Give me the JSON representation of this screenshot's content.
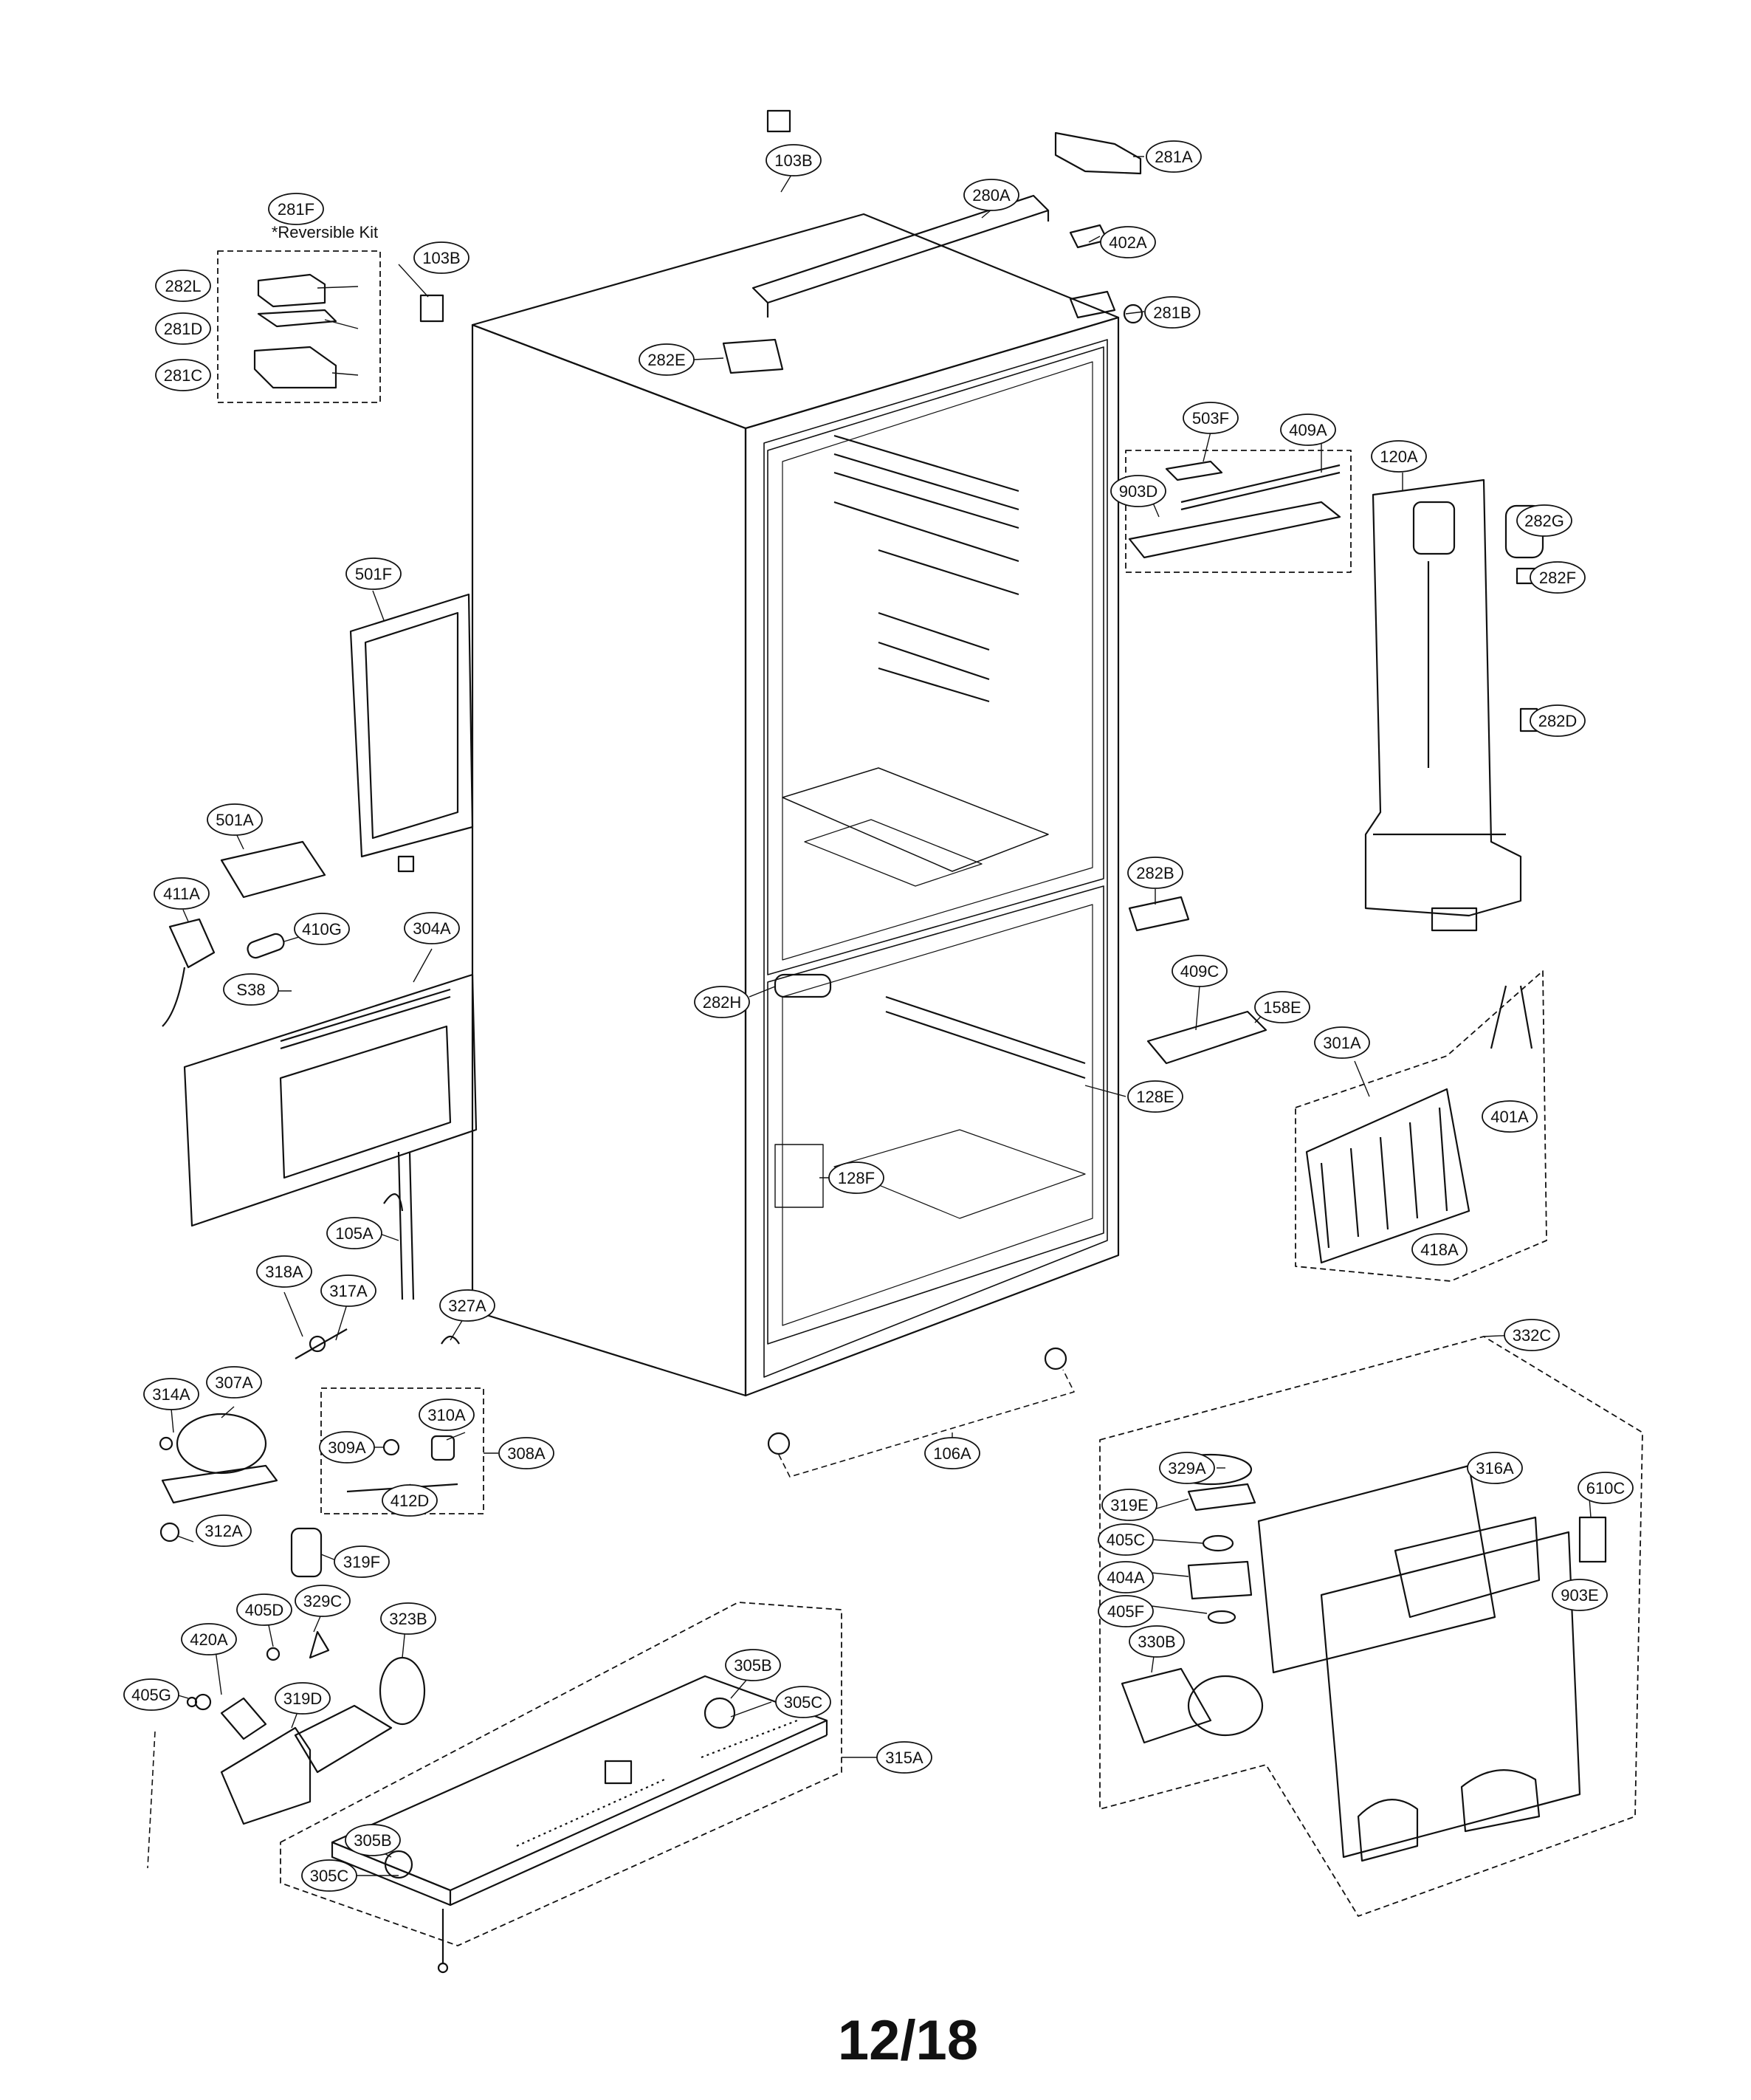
{
  "page": {
    "number": "12/18"
  },
  "kit": {
    "caption": "*Reversible Kit"
  },
  "labels": {
    "l103B_a": "103B",
    "l281A": "281A",
    "l280A": "280A",
    "l402A": "402A",
    "l281F": "281F",
    "l103B_b": "103B",
    "l282L": "282L",
    "l281D": "281D",
    "l281C": "281C",
    "l282E": "282E",
    "l281B": "281B",
    "l503F": "503F",
    "l409A": "409A",
    "l903D": "903D",
    "l120A": "120A",
    "l282G": "282G",
    "l282F": "282F",
    "l282D": "282D",
    "l501F": "501F",
    "l501A": "501A",
    "l411A": "411A",
    "l410G": "410G",
    "l304A": "304A",
    "lS38": "S38",
    "l282B": "282B",
    "l409C": "409C",
    "l158E": "158E",
    "l301A": "301A",
    "l401A": "401A",
    "l418A": "418A",
    "l282H": "282H",
    "l128E": "128E",
    "l128F": "128F",
    "l105A": "105A",
    "l318A": "318A",
    "l317A": "317A",
    "l327A": "327A",
    "l314A": "314A",
    "l307A": "307A",
    "l310A": "310A",
    "l309A": "309A",
    "l308A": "308A",
    "l412D": "412D",
    "l312A": "312A",
    "l319F": "319F",
    "l106A": "106A",
    "l332C": "332C",
    "l329A": "329A",
    "l316A": "316A",
    "l610C": "610C",
    "l319E": "319E",
    "l405C": "405C",
    "l404A": "404A",
    "l405F": "405F",
    "l903E": "903E",
    "l330B": "330B",
    "l405D": "405D",
    "l329C": "329C",
    "l323B": "323B",
    "l420A": "420A",
    "l405G": "405G",
    "l319D": "319D",
    "l305B_a": "305B",
    "l305C_a": "305C",
    "l315A": "315A",
    "l305B_b": "305B",
    "l305C_b": "305C"
  }
}
